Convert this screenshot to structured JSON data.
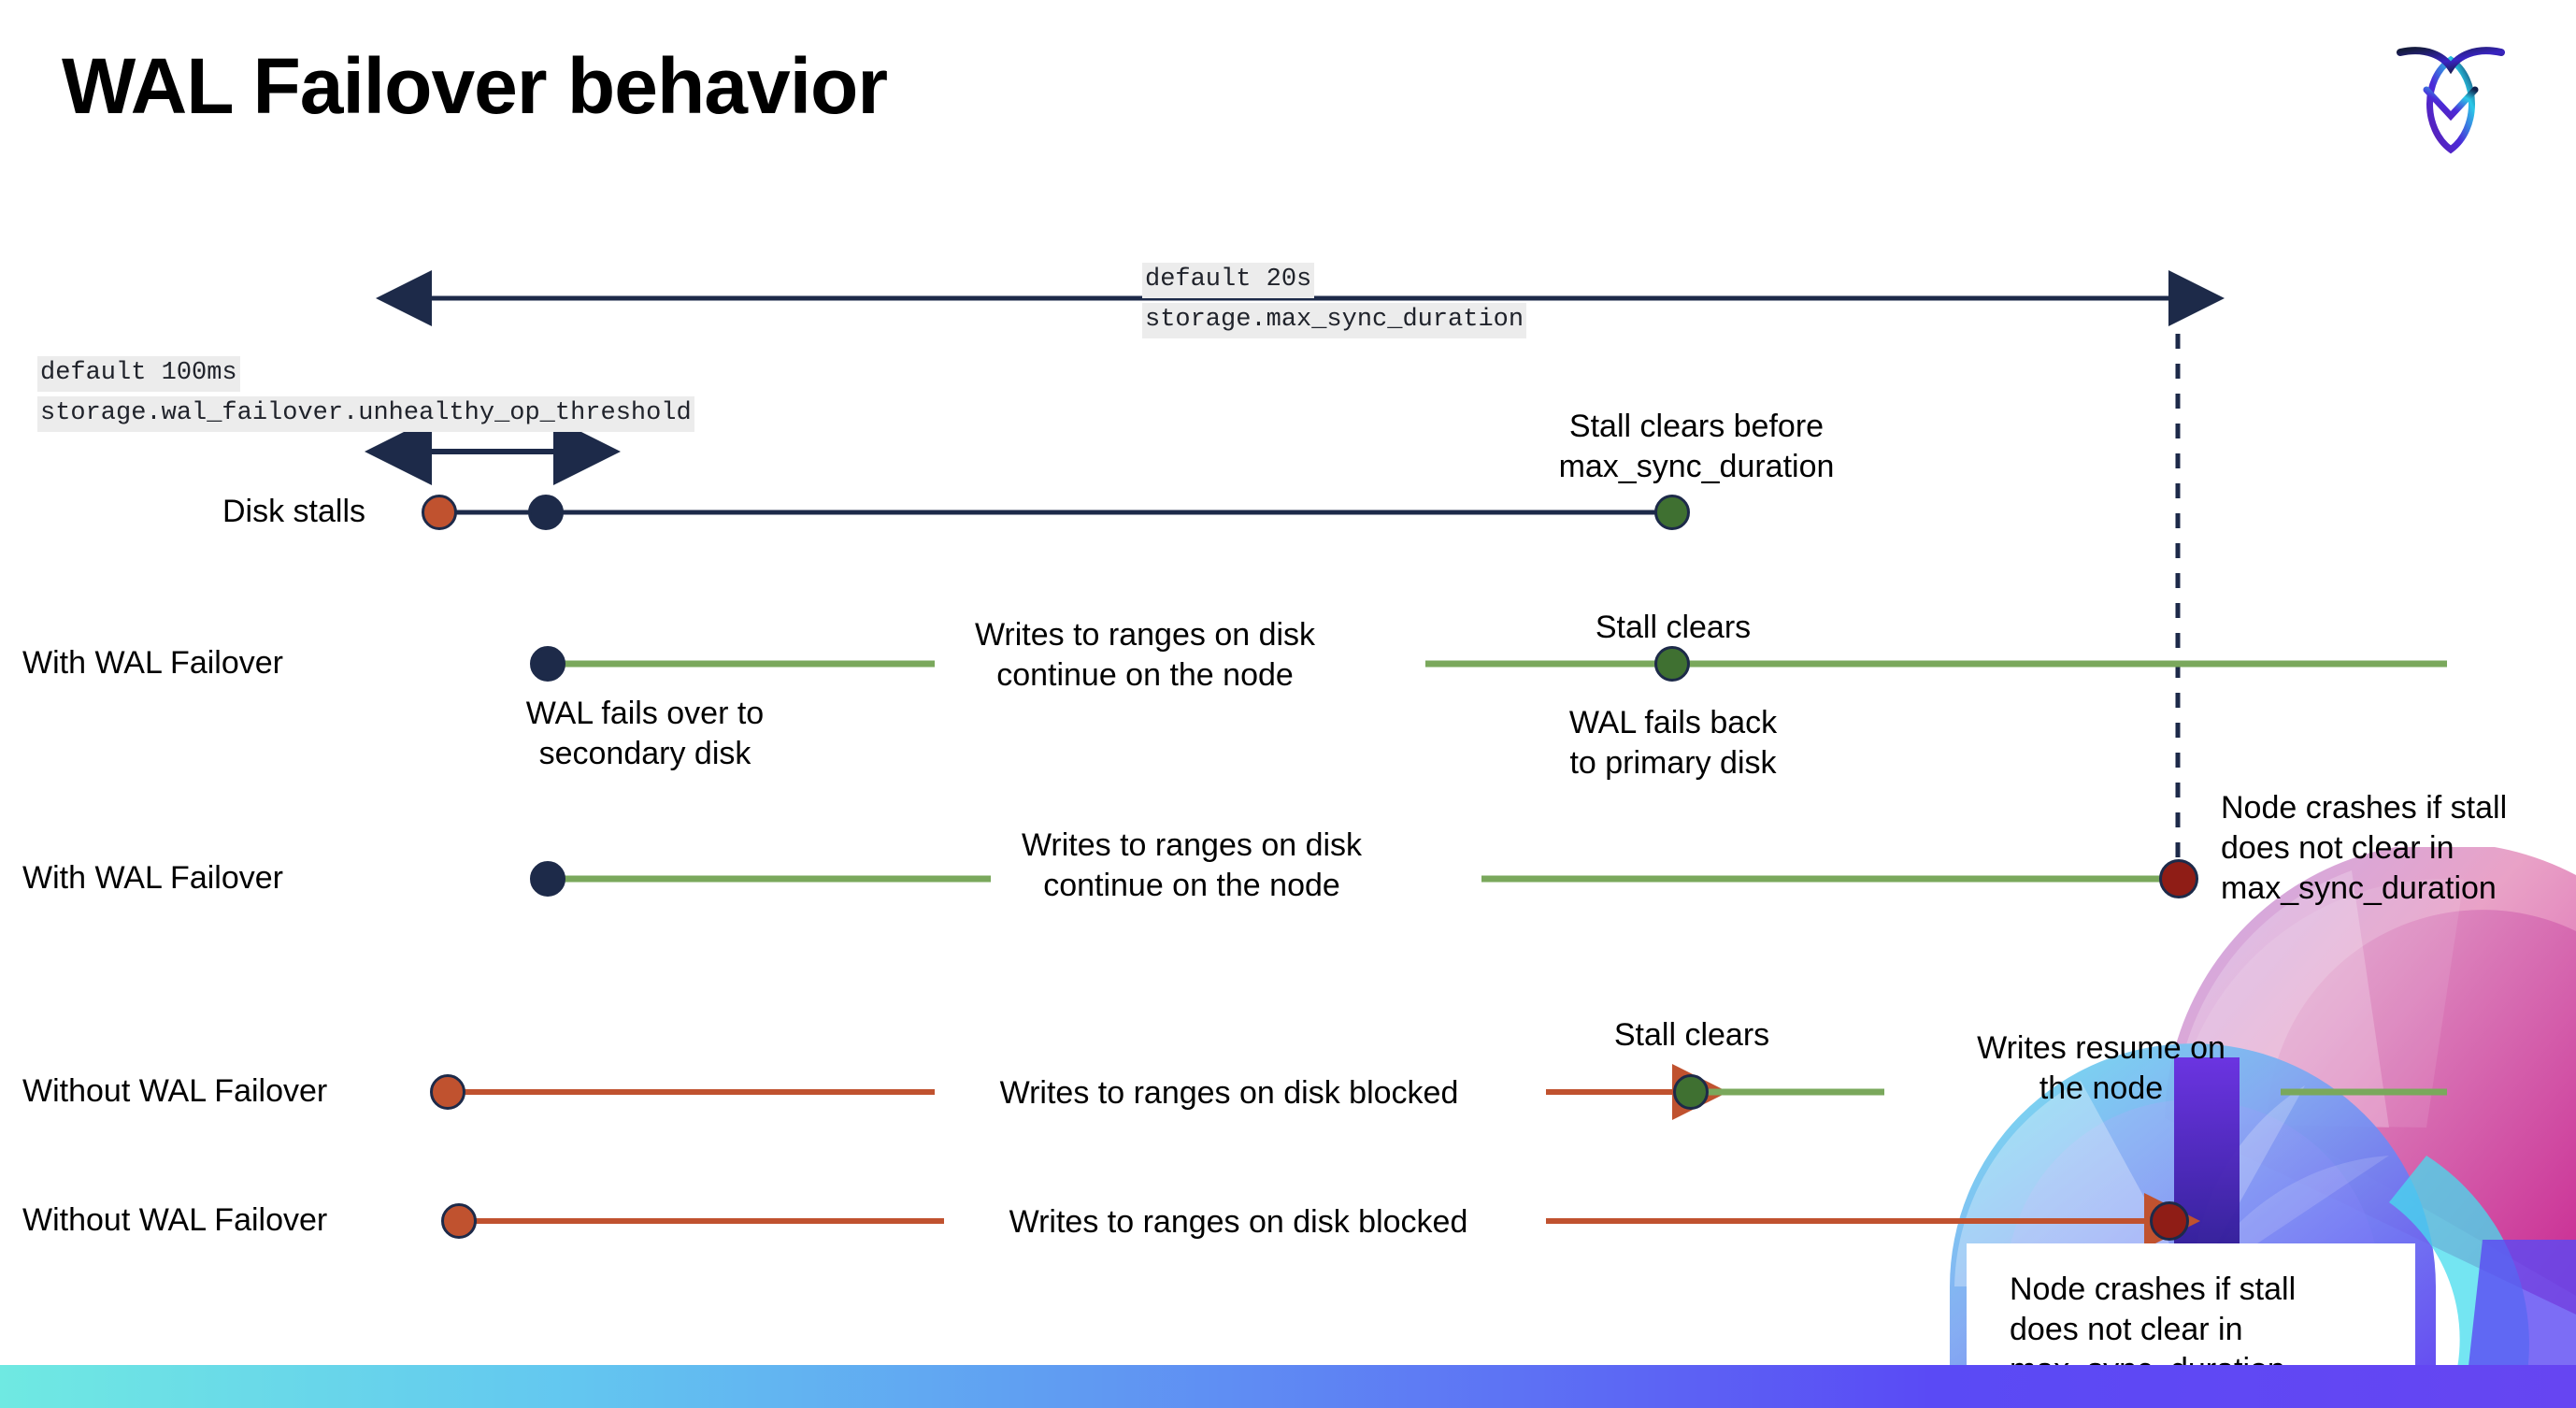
{
  "slide": {
    "title": "WAL Failover behavior",
    "logo_name": "cockroachdb-logo"
  },
  "annotations": {
    "max_sync": {
      "default": "default 20s",
      "setting": "storage.max_sync_duration"
    },
    "unhealthy_threshold": {
      "default": "default 100ms",
      "setting": "storage.wal_failover.unhealthy_op_threshold"
    }
  },
  "rows": [
    {
      "label": "Disk stalls",
      "notes": [
        "Stall clears before\nmax_sync_duration"
      ]
    },
    {
      "label": "With WAL Failover",
      "notes": [
        "WAL fails over to\nsecondary disk",
        "Writes to ranges on disk\ncontinue on the node",
        "Stall clears",
        "WAL fails  back\nto primary disk"
      ]
    },
    {
      "label": "With WAL Failover",
      "notes": [
        "Writes to ranges on disk\ncontinue on the node",
        "Node crashes if stall\ndoes not clear in\nmax_sync_duration"
      ]
    },
    {
      "label": "Without WAL Failover",
      "notes": [
        "Writes to ranges on disk  blocked",
        "Stall clears",
        "Writes resume on\nthe node"
      ]
    },
    {
      "label": "Without WAL Failover",
      "notes": [
        "Writes to ranges on disk  blocked",
        "Node crashes if stall\ndoes not clear in\nmax_sync_duration"
      ]
    }
  ],
  "colors": {
    "navy": "#1d2a49",
    "orange": "#c0522f",
    "green_line": "#7aa85c",
    "green_dot": "#3f7031",
    "dark_red": "#8f1d16",
    "chip_bg": "#ececec"
  },
  "legend_markers": {
    "stall_start": "orange-dot",
    "failover_point": "navy-dot",
    "stall_clear": "green-dot",
    "node_crash": "dark-red-dot"
  }
}
